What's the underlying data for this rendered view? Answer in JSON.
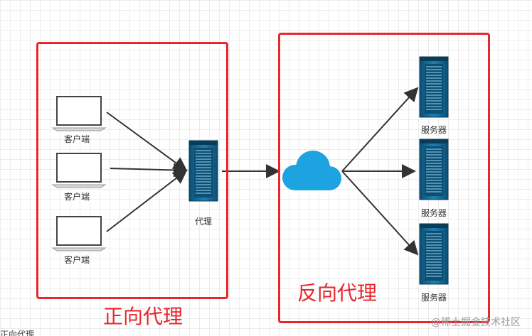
{
  "forward_proxy": {
    "title": "正向代理",
    "clients": [
      {
        "label": "客户端"
      },
      {
        "label": "客户端"
      },
      {
        "label": "客户端"
      }
    ],
    "proxy_label": "代理"
  },
  "reverse_proxy": {
    "title": "反向代理",
    "servers": [
      {
        "label": "服务器"
      },
      {
        "label": "服务器"
      },
      {
        "label": "服务器"
      }
    ]
  },
  "watermark": "@稀土掘金技术社区",
  "cutoff_text": "正向代理",
  "colors": {
    "frame": "#e8262b",
    "server": "#0e5f87",
    "cloud": "#1ca3e0",
    "arrow": "#333333"
  },
  "icons": {
    "client": "laptop-icon",
    "proxy": "server-icon",
    "cloud": "cloud-icon",
    "server": "server-icon"
  }
}
